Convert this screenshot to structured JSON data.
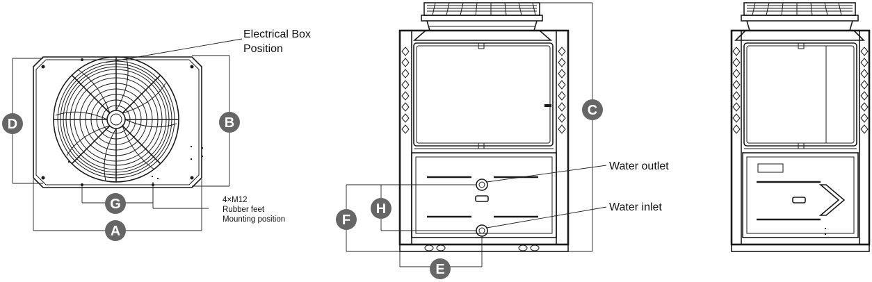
{
  "callouts": {
    "electrical_box_line1": "Electrical Box",
    "electrical_box_line2": "Position",
    "water_outlet": "Water outlet",
    "water_inlet": "Water inlet"
  },
  "mounting_note": {
    "line1": "4×M12",
    "line2": "Rubber feet",
    "line3": "Mounting position"
  },
  "dimension_labels": {
    "A": "A",
    "B": "B",
    "C": "C",
    "D": "D",
    "E": "E",
    "F": "F",
    "G": "G",
    "H": "H"
  },
  "colors": {
    "label_circle": "#666666",
    "line": "#1a1a1a"
  }
}
